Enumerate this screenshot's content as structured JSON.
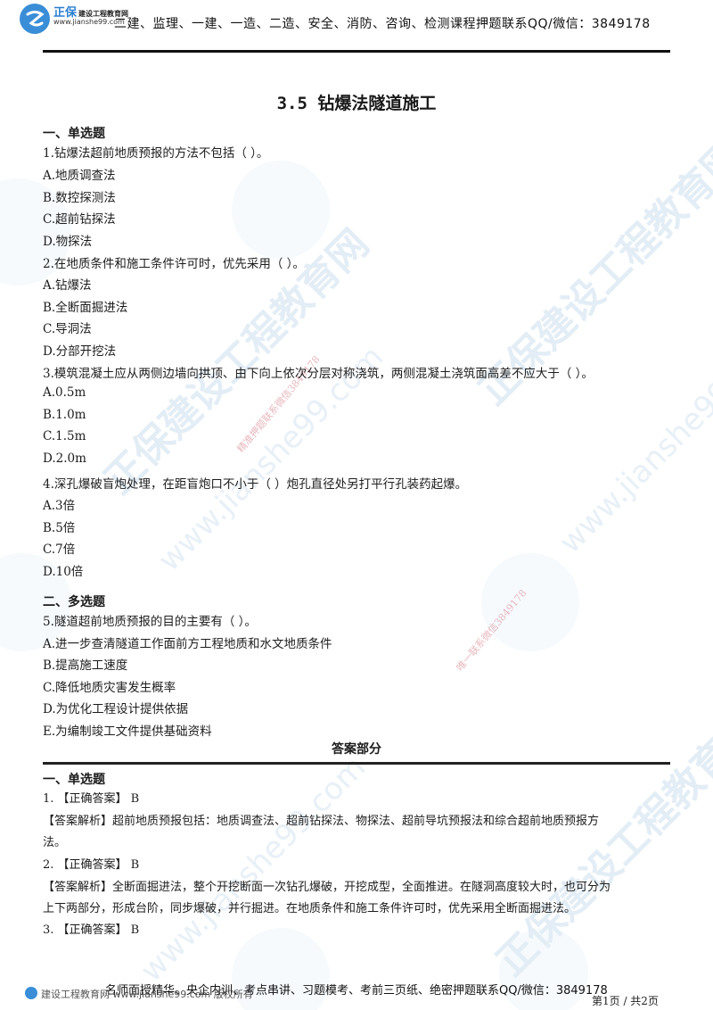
{
  "header": {
    "brand_name": "正保",
    "brand_sub": "建设工程教育网",
    "brand_url": "www.jianshe99.com",
    "banner": "二建、监理、一建、一造、二造、安全、消防、咨询、检测课程押题联系QQ/微信：3849178"
  },
  "document": {
    "title": "3.5 钻爆法隧道施工",
    "sections": [
      {
        "heading": "一、单选题",
        "questions": [
          {
            "stem": "1.钻爆法超前地质预报的方法不包括（   ）。",
            "options": [
              "A.地质调查法",
              "B.数控探测法",
              "C.超前钻探法",
              "D.物探法"
            ]
          },
          {
            "stem": "2.在地质条件和施工条件许可时，优先采用（   ）。",
            "options": [
              "A.钻爆法",
              "B.全断面掘进法",
              "C.导洞法",
              "D.分部开挖法"
            ]
          },
          {
            "stem": "3.模筑混凝土应从两侧边墙向拱顶、由下向上依次分层对称浇筑，两侧混凝土浇筑面高差不应大于（   ）。",
            "options": [
              "A.0.5m",
              "B.1.0m",
              "C.1.5m",
              "D.2.0m"
            ]
          },
          {
            "stem": "4.深孔爆破盲炮处理，在距盲炮口不小于（   ）炮孔直径处另打平行孔装药起爆。",
            "options": [
              "A.3倍",
              "B.5倍",
              "C.7倍",
              "D.10倍"
            ]
          }
        ]
      },
      {
        "heading": "二、多选题",
        "questions": [
          {
            "stem": "5.隧道超前地质预报的目的主要有（   ）。",
            "options": [
              "A.进一步查清隧道工作面前方工程地质和水文地质条件",
              "B.提高施工速度",
              "C.降低地质灾害发生概率",
              "D.为优化工程设计提供依据",
              "E.为编制竣工文件提供基础资料"
            ]
          }
        ]
      }
    ],
    "answers": {
      "title": "答案部分",
      "heading": "一、单选题",
      "items": [
        {
          "answer": "1. 【正确答案】 B",
          "analysis_lines": [
            "【答案解析】超前地质预报包括：地质调查法、超前钻探法、物探法、超前导坑预报法和综合超前地质预报方",
            "法。"
          ]
        },
        {
          "answer": "2. 【正确答案】 B",
          "analysis_lines": [
            "【答案解析】全断面掘进法，整个开挖断面一次钻孔爆破，开挖成型，全面推进。在隧洞高度较大时，也可分为",
            "上下两部分，形成台阶，同步爆破，并行掘进。在地质条件和施工条件许可时，优先采用全断面掘进法。"
          ]
        },
        {
          "answer": "3. 【正确答案】 B",
          "analysis_lines": []
        }
      ]
    }
  },
  "watermarks": {
    "brand": "正保建设工程教育网",
    "url": "www.jianshe99.com",
    "red_1": "精准押题联系微信3849178",
    "red_2": "唯一联系微信3849178"
  },
  "footer": {
    "copyright": "建设工程教育网 www.jianshe99.com 版权所有",
    "ad": "名师面授精华、央企内训、考点串讲、习题模考、考前三页纸、绝密押题联系QQ/微信：3849178",
    "page": "第1页 / 共2页"
  },
  "colors": {
    "brand_blue": "#2a7fd1",
    "watermark_red": "#e7b7bd"
  }
}
